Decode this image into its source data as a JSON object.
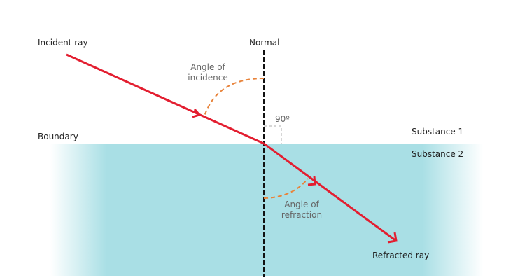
{
  "labels": {
    "incident_ray": "Incident ray",
    "normal": "Normal",
    "angle_incidence_1": "Angle of",
    "angle_incidence_2": "incidence",
    "right_angle": "90º",
    "boundary": "Boundary",
    "substance1": "Substance 1",
    "substance2": "Substance 2",
    "angle_refraction_1": "Angle of",
    "angle_refraction_2": "refraction",
    "refracted_ray": "Refracted ray"
  },
  "colors": {
    "ray": "#e31e30",
    "arc": "#e8833a",
    "water": "#a9dfe5",
    "boundary": "#3aa0b5",
    "normal": "#111111",
    "right_angle": "#c8c8c8"
  }
}
